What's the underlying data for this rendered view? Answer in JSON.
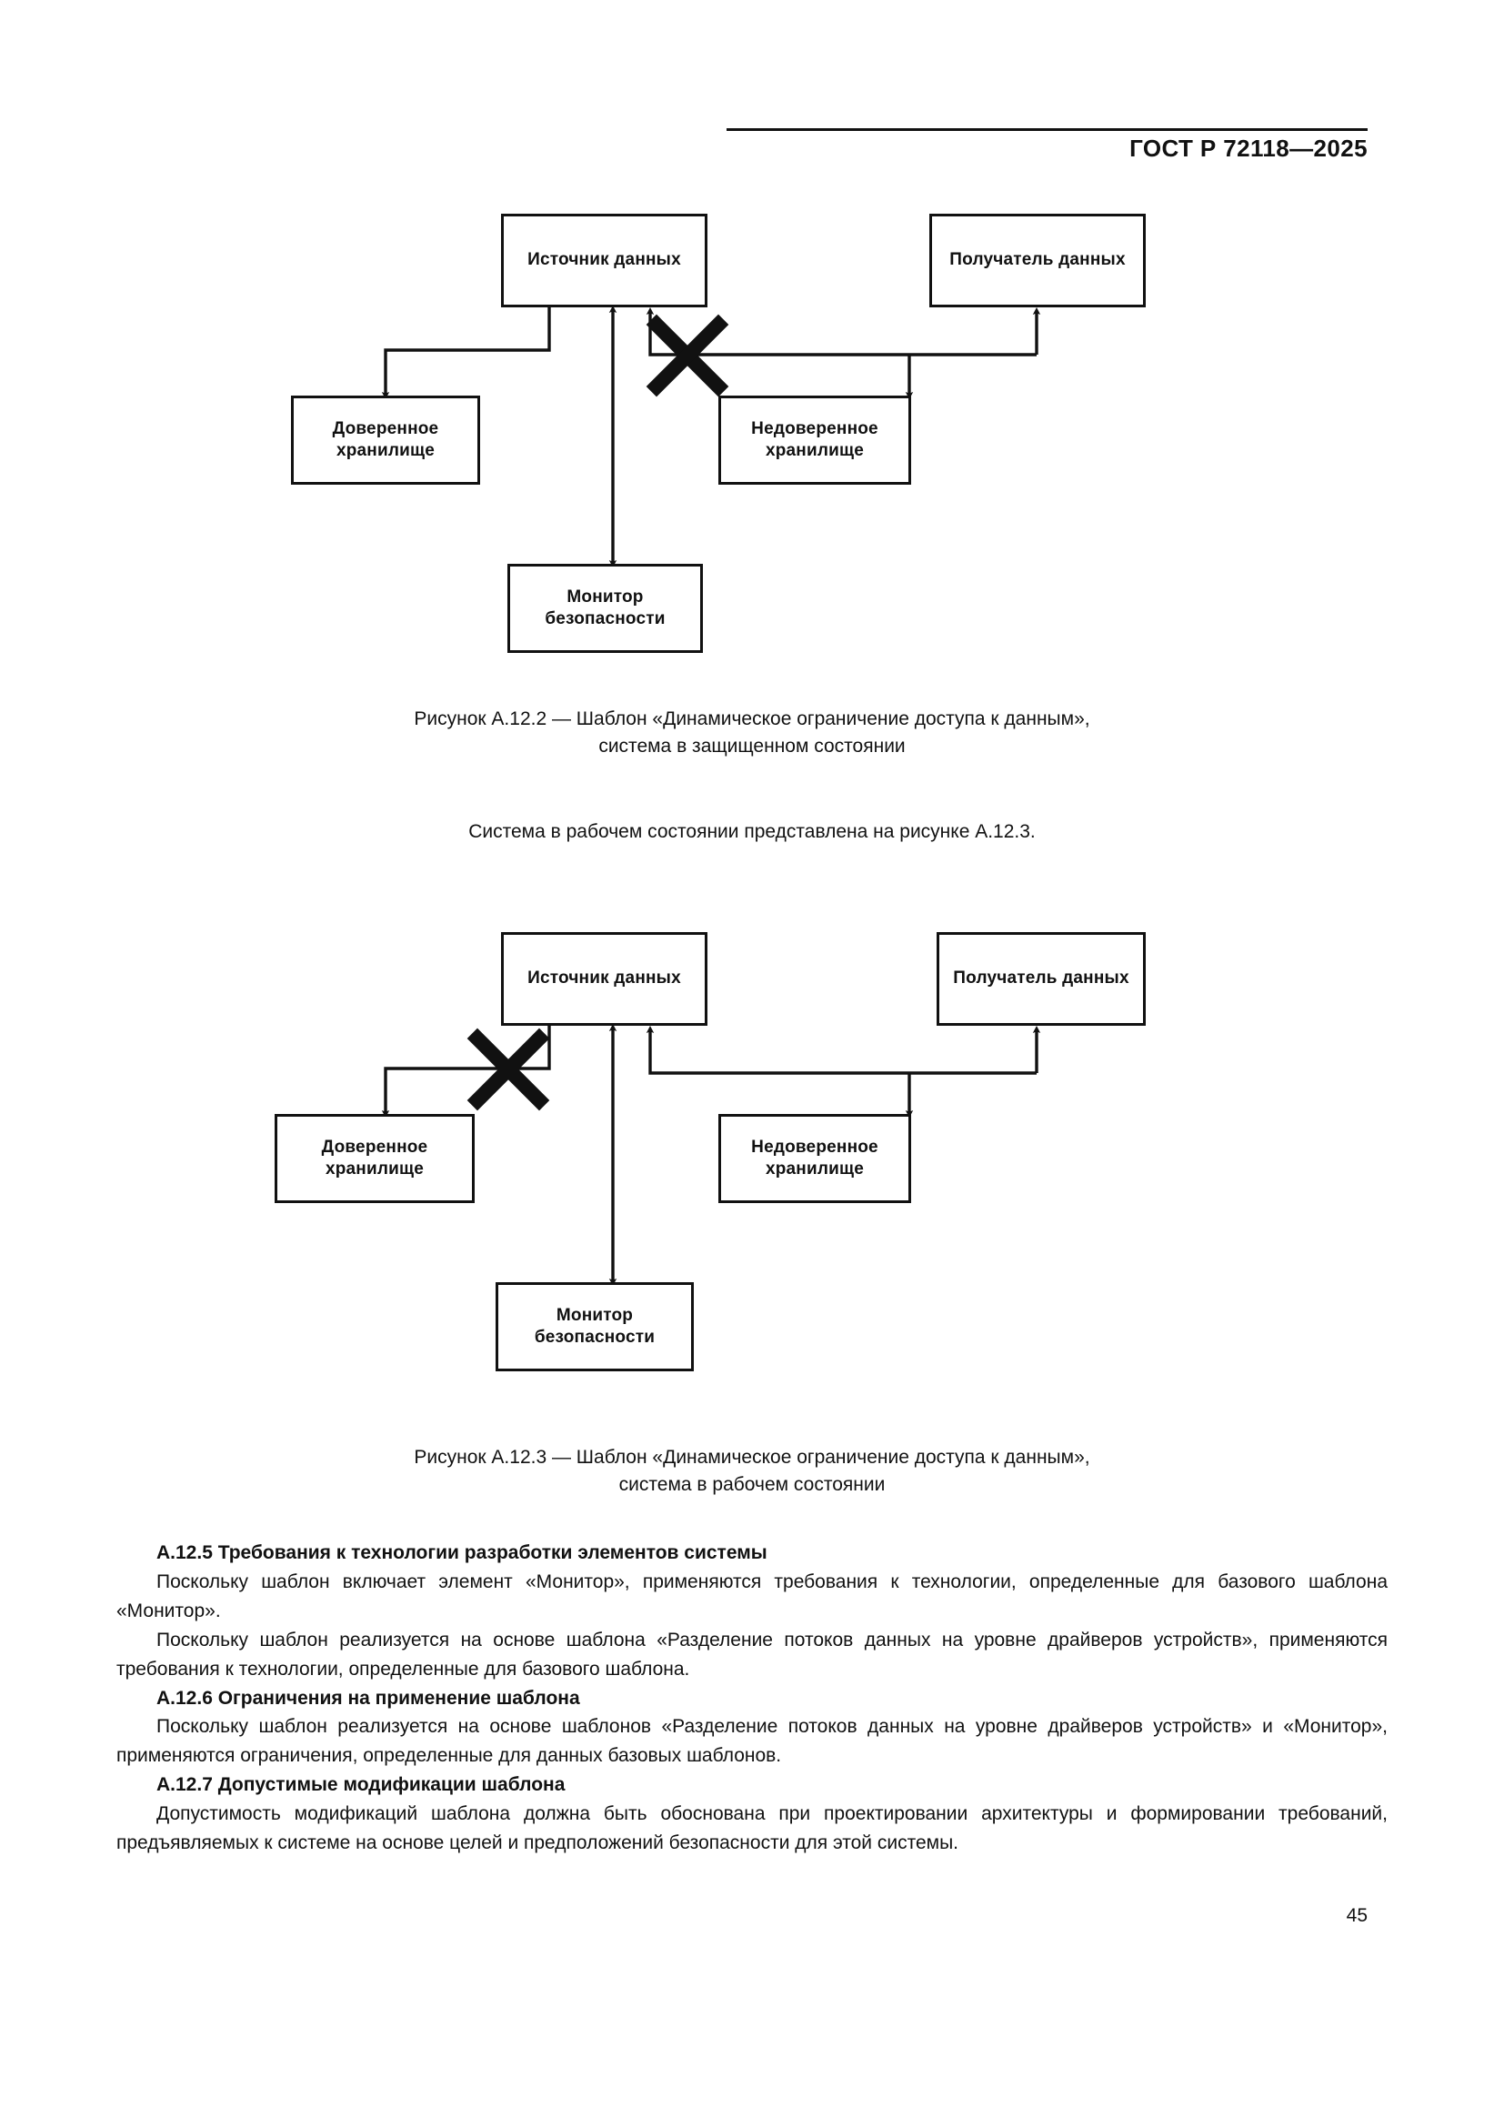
{
  "header": {
    "standard_title": "ГОСТ Р 72118—2025"
  },
  "figures": [
    {
      "id": "figure-a-12-2",
      "caption_line1": "Рисунок А.12.2 — Шаблон «Динамическое ограничение доступа к данным»,",
      "caption_line2": "система в защищенном состоянии",
      "nodes": {
        "source": "Источник  данных",
        "receiver": "Получатель данных",
        "trusted_store_line1": "Доверенное",
        "trusted_store_line2": "хранилище",
        "untrusted_store_line1": "Недоверенное",
        "untrusted_store_line2": "хранилище",
        "monitor_line1": "Монитор",
        "monitor_line2": "безопасности"
      },
      "blocked_path": "source-to-untrusted-store"
    },
    {
      "id": "figure-a-12-3",
      "caption_line1": "Рисунок А.12.3 — Шаблон «Динамическое ограничение доступа к данным»,",
      "caption_line2": "система в рабочем состоянии",
      "nodes": {
        "source": "Источник данных",
        "receiver": "Получатель данных",
        "trusted_store_line1": "Доверенное",
        "trusted_store_line2": "хранилище",
        "untrusted_store_line1": "Недоверенное",
        "untrusted_store_line2": "хранилище",
        "monitor_line1": "Монитор",
        "monitor_line2": "безопасности"
      },
      "blocked_path": "source-to-trusted-store"
    }
  ],
  "interline_text": "Система в рабочем состоянии представлена на рисунке А.12.3.",
  "sections": [
    {
      "heading": "А.12.5 Требования к технологии разработки элементов системы",
      "paragraphs": [
        "Поскольку шаблон включает элемент «Монитор», применяются требования к технологии, определенные для базового шаблона «Монитор».",
        "Поскольку шаблон реализуется на основе шаблона «Разделение потоков данных на уровне драйверов устройств», применяются требования к технологии, определенные для базового шаблона."
      ]
    },
    {
      "heading": "А.12.6 Ограничения на применение шаблона",
      "paragraphs": [
        "Поскольку шаблон реализуется на основе шаблонов «Разделение потоков данных на уровне драйверов устройств» и «Монитор», применяются ограничения, определенные для данных базовых шаблонов."
      ]
    },
    {
      "heading": "А.12.7 Допустимые модификации шаблона",
      "paragraphs": [
        "Допустимость модификаций шаблона должна быть обоснована при проектировании архитектуры и формировании требований, предъявляемых к системе на основе целей и предположений безопасности для этой системы."
      ]
    }
  ],
  "page_number": "45"
}
